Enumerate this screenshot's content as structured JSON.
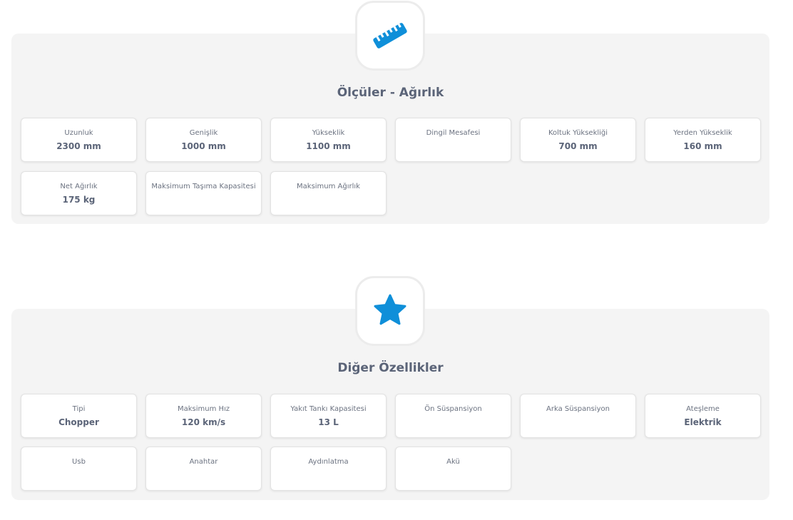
{
  "measures": {
    "title": "Ölçüler - Ağırlık",
    "icon": "ruler-icon",
    "icon_color": "#0f8fd9",
    "cards": [
      {
        "label": "Uzunluk",
        "value": "2300 mm"
      },
      {
        "label": "Genişlik",
        "value": "1000 mm"
      },
      {
        "label": "Yükseklik",
        "value": "1100 mm"
      },
      {
        "label": "Dingil Mesafesi",
        "value": ""
      },
      {
        "label": "Koltuk Yüksekliği",
        "value": "700 mm"
      },
      {
        "label": "Yerden Yükseklik",
        "value": "160 mm"
      },
      {
        "label": "Net Ağırlık",
        "value": "175 kg"
      },
      {
        "label": "Maksimum Taşıma Kapasitesi",
        "value": ""
      },
      {
        "label": "Maksimum Ağırlık",
        "value": ""
      }
    ]
  },
  "features": {
    "title": "Diğer Özellikler",
    "icon": "star-icon",
    "icon_color": "#0f8fd9",
    "cards": [
      {
        "label": "Tipi",
        "value": "Chopper"
      },
      {
        "label": "Maksimum Hız",
        "value": "120 km/s"
      },
      {
        "label": "Yakıt Tankı Kapasitesi",
        "value": "13 L"
      },
      {
        "label": "Ön Süspansiyon",
        "value": ""
      },
      {
        "label": "Arka Süspansiyon",
        "value": ""
      },
      {
        "label": "Ateşleme",
        "value": "Elektrik"
      },
      {
        "label": "Usb",
        "value": ""
      },
      {
        "label": "Anahtar",
        "value": ""
      },
      {
        "label": "Aydınlatma",
        "value": ""
      },
      {
        "label": "Akü",
        "value": ""
      }
    ]
  }
}
